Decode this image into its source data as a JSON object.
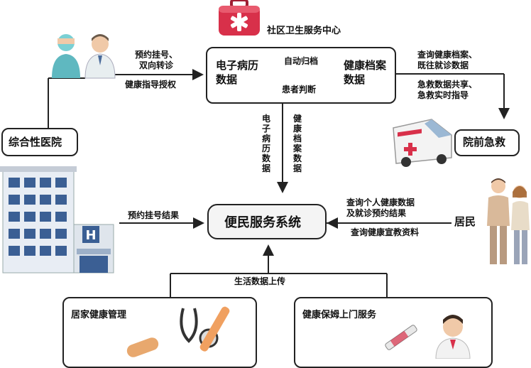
{
  "center": {
    "title": "社区卫生服务中心"
  },
  "records_box": {
    "emr": "电子病历数据",
    "health": "健康档案数据",
    "auto_archive": "自动归档",
    "patient_judge": "患者判断"
  },
  "hospital": {
    "label": "综合性医院"
  },
  "left_edges": {
    "booking": "预约挂号、\n双向转诊",
    "guidance": "健康指导授权"
  },
  "right_edges": {
    "query": "查询健康档案、\n既往就诊数据",
    "emergency_share": "急救数据共享、\n急救实时指导"
  },
  "emergency": {
    "label": "院前急救"
  },
  "vertical": {
    "emr_col": "电子病历数据",
    "health_col": "健康档案数据"
  },
  "service": {
    "label": "便民服务系统"
  },
  "booking_result": "预约挂号结果",
  "resident": {
    "label": "居民",
    "query_personal": "查询个人健康数据\n及就诊预约结果",
    "query_edu": "查询健康宣教资料"
  },
  "upload": "生活数据上传",
  "home": {
    "label": "居家健康管理"
  },
  "nanny": {
    "label": "健康保姆上门服务"
  },
  "colors": {
    "kit_red": "#d8304a",
    "building_blue": "#3b5f94",
    "line": "#222222"
  }
}
